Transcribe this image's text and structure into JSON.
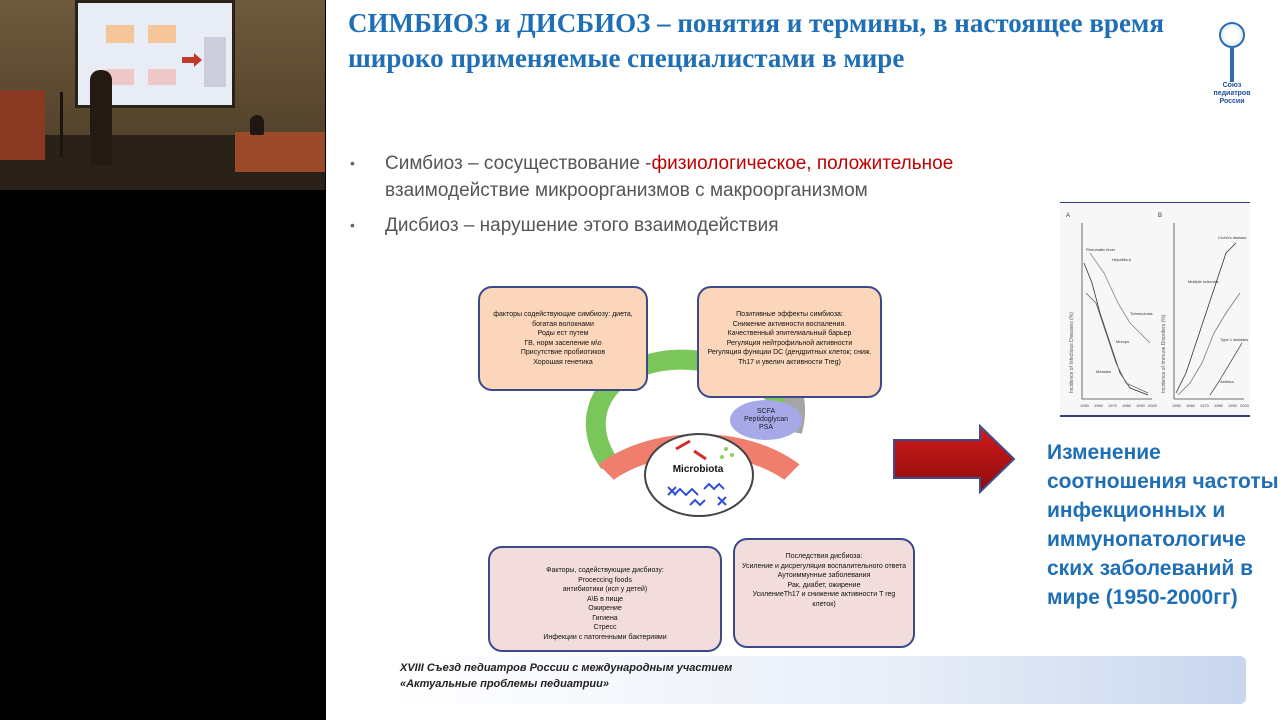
{
  "slide": {
    "title": "СИМБИОЗ и ДИСБИОЗ – понятия и термины, в настоящее время широко применяемые специалистами в мире",
    "logo_text": "Союз педиатров России",
    "bullets": {
      "b1_prefix": "Симбиоз – сосуществование -",
      "b1_highlight": "физиологическое, положительное",
      "b1_line2": "взаимодействие микроорганизмов с макроорганизмом",
      "b2": "Дисбиоз – нарушение этого взаимодействия"
    },
    "diagram": {
      "box_symbiosis_factors": "факторы содействующие симбиозу: диета, богатая волокнами\nРоды ест путем\nГВ, норм заселение м\\о\nПрисутствие пробиотиков\nХорошая генетика",
      "box_positive_effects": "Позитивные эффекты симбиоза:\nСнижение активности воспаления.\nКачественный эпителиальный барьер\nРегуляция нейтрофильной активности\nРегуляция функции DC (дендритных клеток; сниж. Th17 и увелич активности Treg)",
      "box_dysbiosis_factors": "Факторы, содействующие дисбиозу:\nProceccing foods\nантибиотики (исп у детей)\nА\\Б в пище\nОжирение\nГигиена\nСтресс\nИнфекции с патогенными бактериями",
      "box_dysbiosis_effects": "Последствия дисбиоза:\nУсиление и дисрегуляция воспалительного ответа\nАутоиммунные заболевания\nРак, диабет, ожирение\nУсилениеTh17 и снижение активности T reg клеток)",
      "center_label": "Microbiota",
      "scfa_label": "SCFA\nPeptidoglycan\nPSA"
    },
    "thumb": {
      "label_a": "A",
      "label_b": "B",
      "ylabel_a": "Incidence of Infectious Diseases (%)",
      "ylabel_b": "Incidence of Immune Disorders (%)",
      "curves_a": [
        "Rheumatic fever",
        "Hepatitis A",
        "Tuberculosis",
        "Mumps",
        "Measles"
      ],
      "curves_b": [
        "Crohn's disease",
        "Multiple sclerosis",
        "Type 1 diabetes",
        "Asthma"
      ],
      "years": [
        "1950",
        "1960",
        "1970",
        "1980",
        "1990",
        "2000"
      ]
    },
    "conclusion": "Изменение соотношения частоты инфекционных и иммунопатологиче ских заболеваний в мире (1950-2000гг)",
    "footer_line1": "XVIII Съезд педиатров России с международным участием",
    "footer_line2": "«Актуальные проблемы педиатрии»"
  },
  "colors": {
    "title": "#1f6fb6",
    "highlight": "#c00000",
    "arrow": "#c00000",
    "box_orange": "#fbd6ba",
    "box_pink": "#f2dcdc"
  }
}
